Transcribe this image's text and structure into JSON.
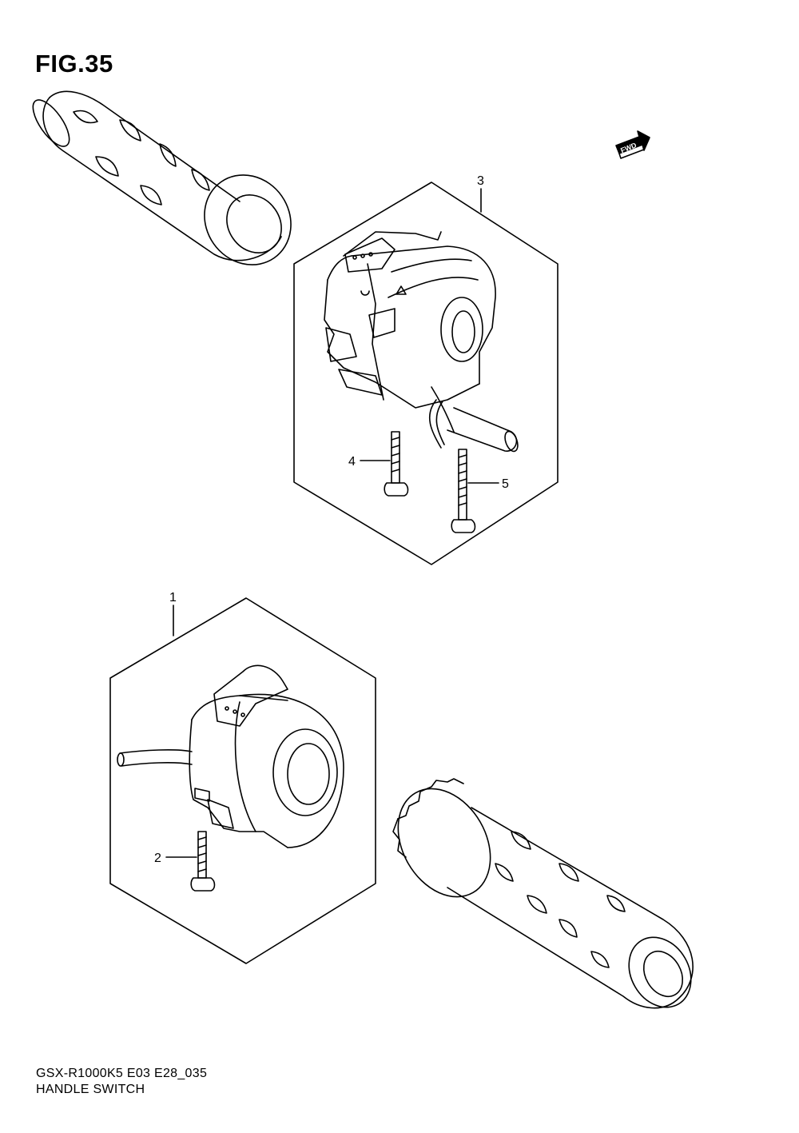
{
  "figure": {
    "title": "FIG.35"
  },
  "direction_marker": {
    "label": "FWD"
  },
  "callouts": [
    {
      "number": "1",
      "part": "left handle switch assembly"
    },
    {
      "number": "2",
      "part": "screw"
    },
    {
      "number": "3",
      "part": "right handle switch assembly"
    },
    {
      "number": "4",
      "part": "screw"
    },
    {
      "number": "5",
      "part": "screw"
    }
  ],
  "footer": {
    "model_code": "GSX-R1000K5 E03 E28_035",
    "section_name": "HANDLE SWITCH"
  }
}
